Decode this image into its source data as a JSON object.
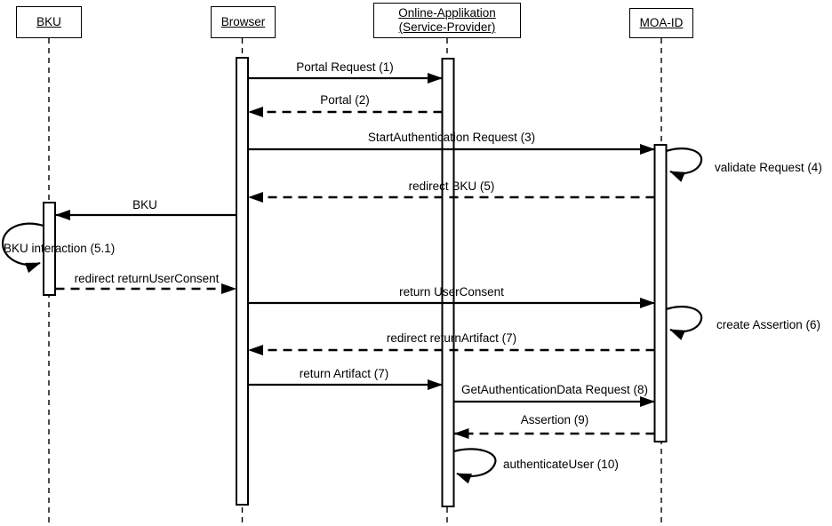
{
  "diagram": {
    "type": "uml-sequence",
    "colors": {
      "line": "#000000",
      "background": "#ffffff",
      "fill": "#ffffff"
    },
    "actors": [
      {
        "id": "bku",
        "label": "BKU"
      },
      {
        "id": "browser",
        "label": "Browser"
      },
      {
        "id": "online_app",
        "label": "Online-Applikation (Service-Provider)"
      },
      {
        "id": "moa_id",
        "label": "MOA-ID"
      }
    ],
    "messages": [
      {
        "label": "Portal Request (1)",
        "from": "Browser",
        "to": "Online-Applikation (Service-Provider)",
        "style": "solid"
      },
      {
        "label": "Portal (2)",
        "from": "Online-Applikation (Service-Provider)",
        "to": "Browser",
        "style": "dashed"
      },
      {
        "label": "StartAuthentication Request (3)",
        "from": "Browser",
        "to": "MOA-ID",
        "style": "solid"
      },
      {
        "label": "validate Request (4)",
        "on": "MOA-ID",
        "style": "self"
      },
      {
        "label": "redirect BKU (5)",
        "from": "MOA-ID",
        "to": "Browser",
        "style": "dashed"
      },
      {
        "label": "BKU",
        "from": "Browser",
        "to": "BKU",
        "style": "solid"
      },
      {
        "label": "BKU interaction (5.1)",
        "on": "BKU",
        "style": "self"
      },
      {
        "label": "redirect returnUserConsent",
        "from": "BKU",
        "to": "Browser",
        "style": "dashed"
      },
      {
        "label": "return UserConsent",
        "from": "Browser",
        "to": "MOA-ID",
        "style": "solid"
      },
      {
        "label": "create Assertion (6)",
        "on": "MOA-ID",
        "style": "self"
      },
      {
        "label": "redirect returnArtifact (7)",
        "from": "MOA-ID",
        "to": "Browser",
        "style": "dashed"
      },
      {
        "label": "return Artifact (7)",
        "from": "Browser",
        "to": "Online-Applikation (Service-Provider)",
        "style": "solid"
      },
      {
        "label": "GetAuthenticationData Request (8)",
        "from": "Online-Applikation (Service-Provider)",
        "to": "MOA-ID",
        "style": "solid"
      },
      {
        "label": "Assertion (9)",
        "from": "MOA-ID",
        "to": "Online-Applikation (Service-Provider)",
        "style": "dashed"
      },
      {
        "label": "authenticateUser (10)",
        "on": "Online-Applikation (Service-Provider)",
        "style": "self"
      }
    ]
  }
}
